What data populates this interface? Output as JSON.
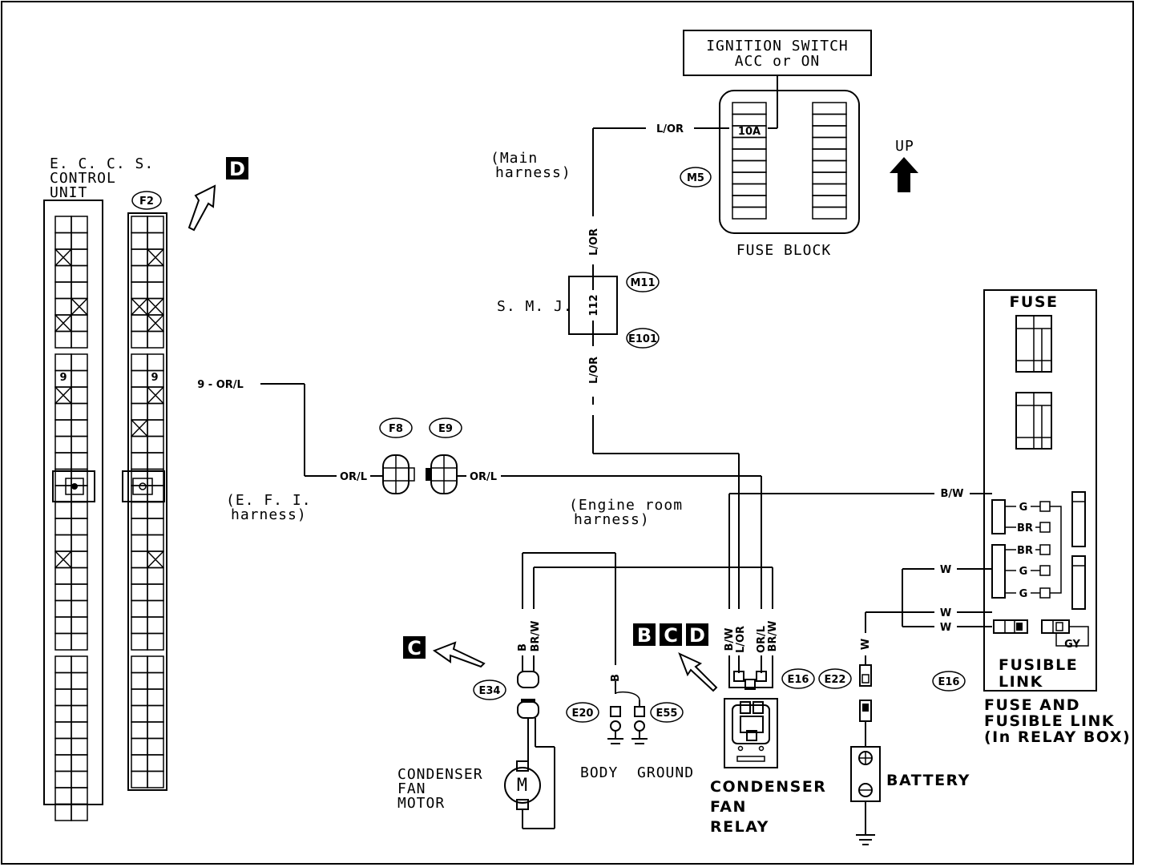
{
  "ignition_switch": {
    "line1": "IGNITION SWITCH",
    "line2": "ACC or ON"
  },
  "fuse_block": {
    "label": "FUSE BLOCK",
    "fuse": "10A",
    "connector": "M5"
  },
  "up_label": "UP",
  "ecu": {
    "line1": "E. C. C. S.",
    "line2": "CONTROL",
    "line3": "UNIT",
    "connector": "F2",
    "pin": "9"
  },
  "section_refs": {
    "d": "D",
    "c": "C",
    "b": "B",
    "c2": "C",
    "d2": "D"
  },
  "harness": {
    "main_1": "(Main",
    "main_2": "harness)",
    "efi_1": "(E. F. I.",
    "efi_2": "harness)",
    "engine_1": "(Engine room",
    "engine_2": "harness)"
  },
  "smj": {
    "label": "S. M. J.",
    "pin": "112",
    "conn_top": "M11",
    "conn_bottom": "E101"
  },
  "wires": {
    "l_or_top": "L/OR",
    "l_or_vert1": "L/OR",
    "l_or_vert2": "L/OR",
    "ecu_wire": "9 - OR/L",
    "or_l_left": "OR/L",
    "or_l_right": "OR/L",
    "b_w": "B/W",
    "w1": "W",
    "w2": "W",
    "w3": "W",
    "w4": "W",
    "b": "B",
    "b2": "B",
    "br_w": "BR/W",
    "relay_bw": "B/W",
    "relay_lor": "L/OR",
    "relay_orl": "OR/L",
    "relay_brw": "BR/W"
  },
  "connectors": {
    "f8": "F8",
    "e9": "E9",
    "e34": "E34",
    "e20": "E20",
    "e55": "E55",
    "e16a": "E16",
    "e22": "E22",
    "e16b": "E16"
  },
  "relay_box": {
    "fuse": "FUSE",
    "g1": "G",
    "br1": "BR",
    "br2": "BR",
    "g2": "G",
    "g3": "G",
    "gy": "GY",
    "fusible_1": "FUSIBLE",
    "fusible_2": "LINK",
    "caption_1": "FUSE AND",
    "caption_2": "FUSIBLE LINK",
    "caption_3": "(In RELAY BOX)"
  },
  "components": {
    "motor_1": "CONDENSER",
    "motor_2": "FAN",
    "motor_3": "MOTOR",
    "motor_symbol": "M",
    "ground": "BODY  GROUND",
    "relay_1": "CONDENSER",
    "relay_2": "FAN",
    "relay_3": "RELAY",
    "battery": "BATTERY"
  }
}
